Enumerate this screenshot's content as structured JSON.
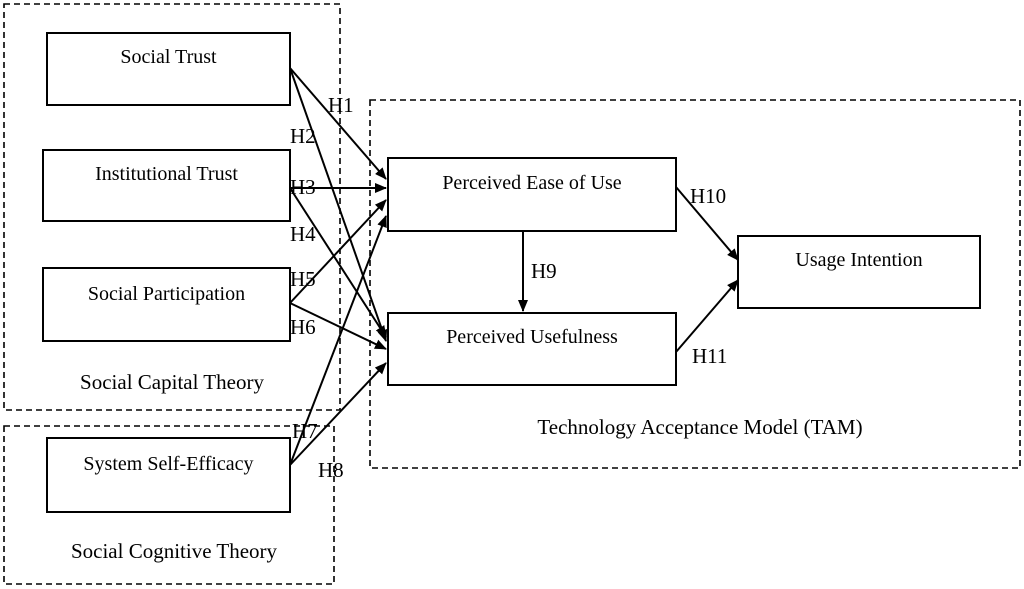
{
  "groups": {
    "social_capital": "Social Capital Theory",
    "social_cognitive": "Social Cognitive Theory",
    "tam": "Technology Acceptance Model (TAM)"
  },
  "nodes": {
    "social_trust": "Social Trust",
    "institutional_trust": "Institutional Trust",
    "social_participation": "Social Participation",
    "system_self_efficacy": "System Self-Efficacy",
    "perceived_ease_of_use": "Perceived Ease of Use",
    "perceived_usefulness": "Perceived Usefulness",
    "usage_intention": "Usage Intention"
  },
  "hypotheses": {
    "h1": "H1",
    "h2": "H2",
    "h3": "H3",
    "h4": "H4",
    "h5": "H5",
    "h6": "H6",
    "h7": "H7",
    "h8": "H8",
    "h9": "H9",
    "h10": "H10",
    "h11": "H11"
  }
}
